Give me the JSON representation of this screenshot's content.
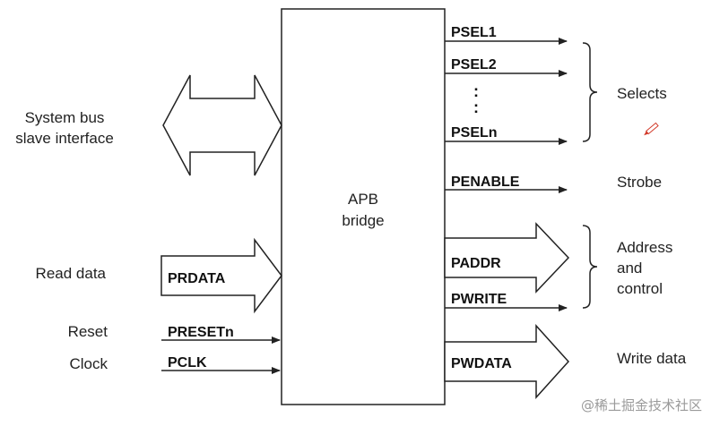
{
  "bridge": {
    "line1": "APB",
    "line2": "bridge"
  },
  "left": {
    "system_bus_line1": "System bus",
    "system_bus_line2": "slave interface",
    "read_data": "Read data",
    "reset": "Reset",
    "clock": "Clock"
  },
  "inputs": {
    "prdata": "PRDATA",
    "presetn": "PRESETn",
    "pclk": "PCLK"
  },
  "outputs": {
    "psel1": "PSEL1",
    "psel2": "PSEL2",
    "ellipsis": ":",
    "pseln": "PSELn",
    "penable": "PENABLE",
    "paddr": "PADDR",
    "pwrite": "PWRITE",
    "pwdata": "PWDATA"
  },
  "right": {
    "selects": "Selects",
    "strobe": "Strobe",
    "address_line1": "Address",
    "address_line2": "and",
    "address_line3": "control",
    "write_data": "Write data"
  },
  "watermark": "@稀土掘金技术社区",
  "colors": {
    "stroke": "#222222",
    "text": "#222222",
    "cursor": "#d23a2a",
    "watermark": "#9a9a9a"
  }
}
